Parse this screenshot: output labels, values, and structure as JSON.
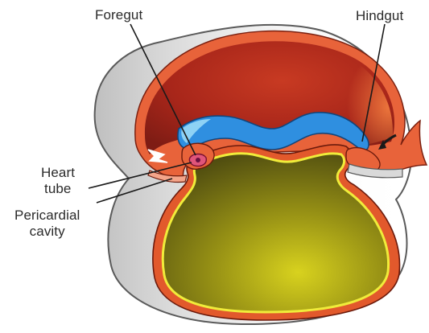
{
  "labels": {
    "foregut": "Foregut",
    "hindgut": "Hindgut",
    "heart_tube_line1": "Heart",
    "heart_tube_line2": "tube",
    "pericardial_line1": "Pericardial",
    "pericardial_line2": "cavity"
  },
  "colors": {
    "amnion_outline": "#555555",
    "amniotic_cavity_red": "#b22a1a",
    "ectoderm_orange": "#e8633a",
    "endoderm_blue": "#2f8fe0",
    "yolk_sac_olive": "#8d8a12",
    "yolk_sac_yellow": "#e6e43a",
    "heart_pink": "#e0557a"
  }
}
